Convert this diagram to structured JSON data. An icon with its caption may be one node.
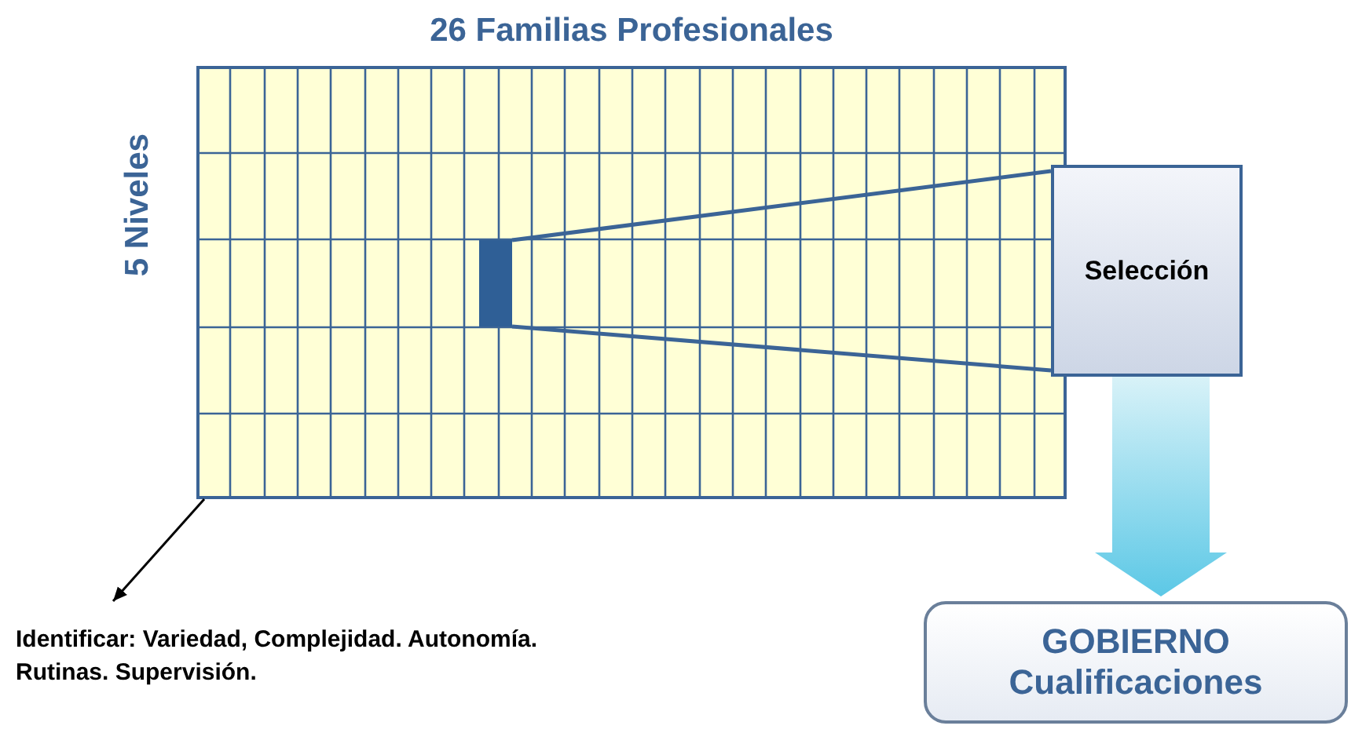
{
  "diagram": {
    "nodes": [
      {
        "text": [
          "26 Familias Profesionales",
          "5 Niveles"
        ]
      },
      {
        "text": [],
        "shape": "box",
        "in": 0
      },
      {
        "text": [
          "Selección"
        ]
      },
      {
        "text": [
          "GOBIERNO Cualificaciones"
        ]
      },
      {
        "text": [
          "Identificar: Variedad, Complejidad. Autonomía. Rutinas. Supervisión."
        ]
      }
    ],
    "edges": [
      {
        "from": 1,
        "to": 2,
        "arrow": "none"
      },
      {
        "from": 2,
        "to": 3,
        "arrow": "to",
        "style": "thick"
      },
      {
        "from": 0,
        "to": 4,
        "arrow": "to",
        "color": "#000000"
      }
    ]
  }
}
